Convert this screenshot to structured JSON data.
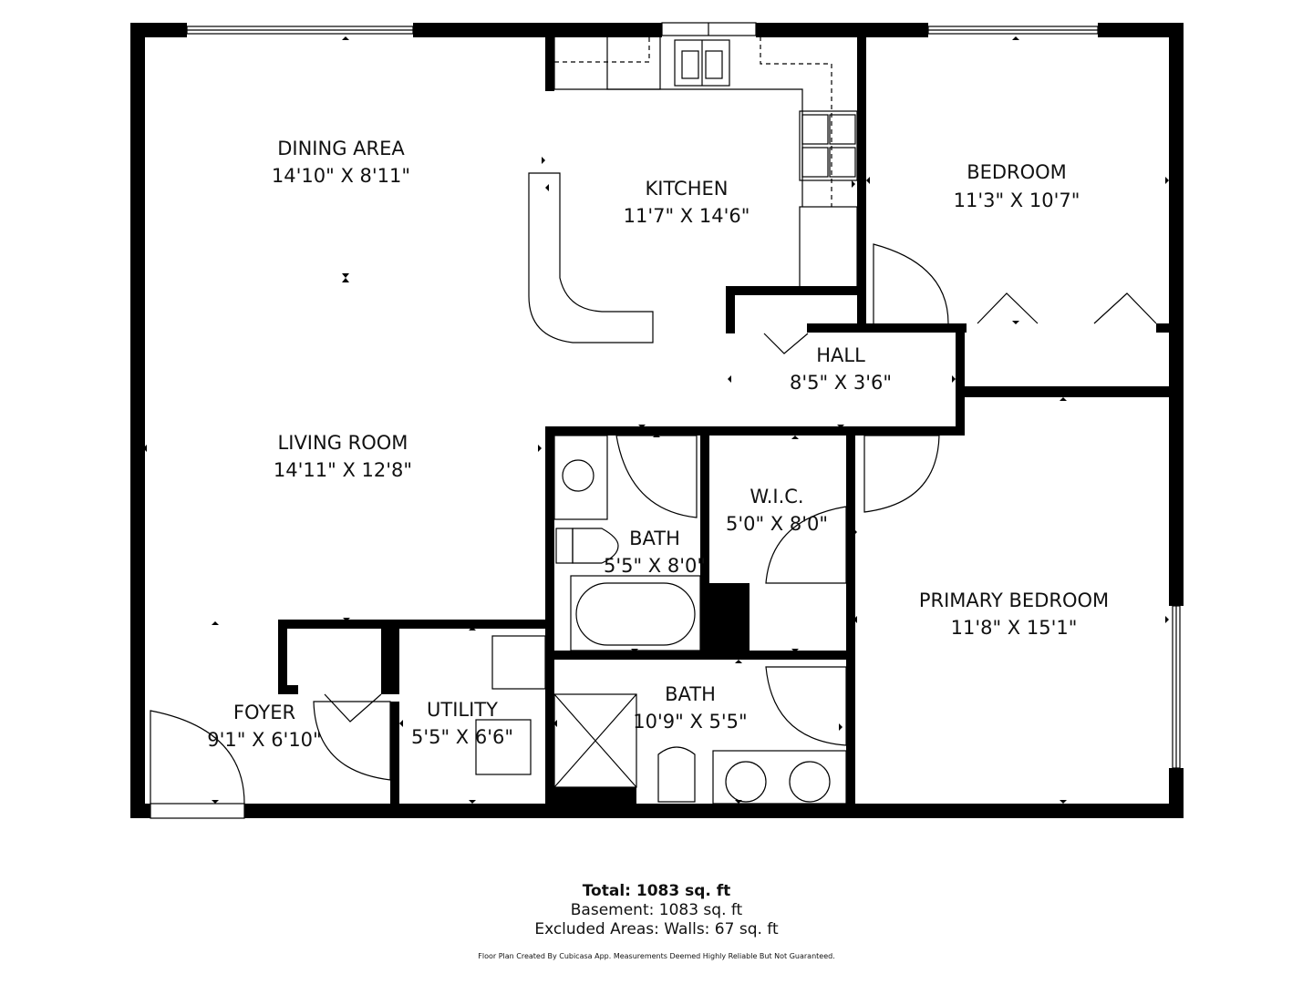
{
  "rooms": [
    {
      "name": "DINING AREA",
      "dims": "14'10\" X 8'11\""
    },
    {
      "name": "KITCHEN",
      "dims": "11'7\" X 14'6\""
    },
    {
      "name": "BEDROOM",
      "dims": "11'3\" X 10'7\""
    },
    {
      "name": "HALL",
      "dims": "8'5\" X 3'6\""
    },
    {
      "name": "LIVING ROOM",
      "dims": "14'11\" X 12'8\""
    },
    {
      "name": "W.I.C.",
      "dims": "5'0\" X 8'0\""
    },
    {
      "name": "BATH",
      "dims": "5'5\" X 8'0\""
    },
    {
      "name": "PRIMARY BEDROOM",
      "dims": "11'8\" X 15'1\""
    },
    {
      "name": "FOYER",
      "dims": "9'1\" X 6'10\""
    },
    {
      "name": "UTILITY",
      "dims": "5'5\" X 6'6\""
    },
    {
      "name": "BATH",
      "dims": "10'9\" X 5'5\""
    }
  ],
  "summary": {
    "total": "Total: 1083 sq. ft",
    "basement": "Basement: 1083 sq. ft",
    "excluded": "Excluded Areas: Walls: 67 sq. ft"
  },
  "credit": "Floor Plan Created By Cubicasa App. Measurements Deemed Highly Reliable But Not Guaranteed."
}
